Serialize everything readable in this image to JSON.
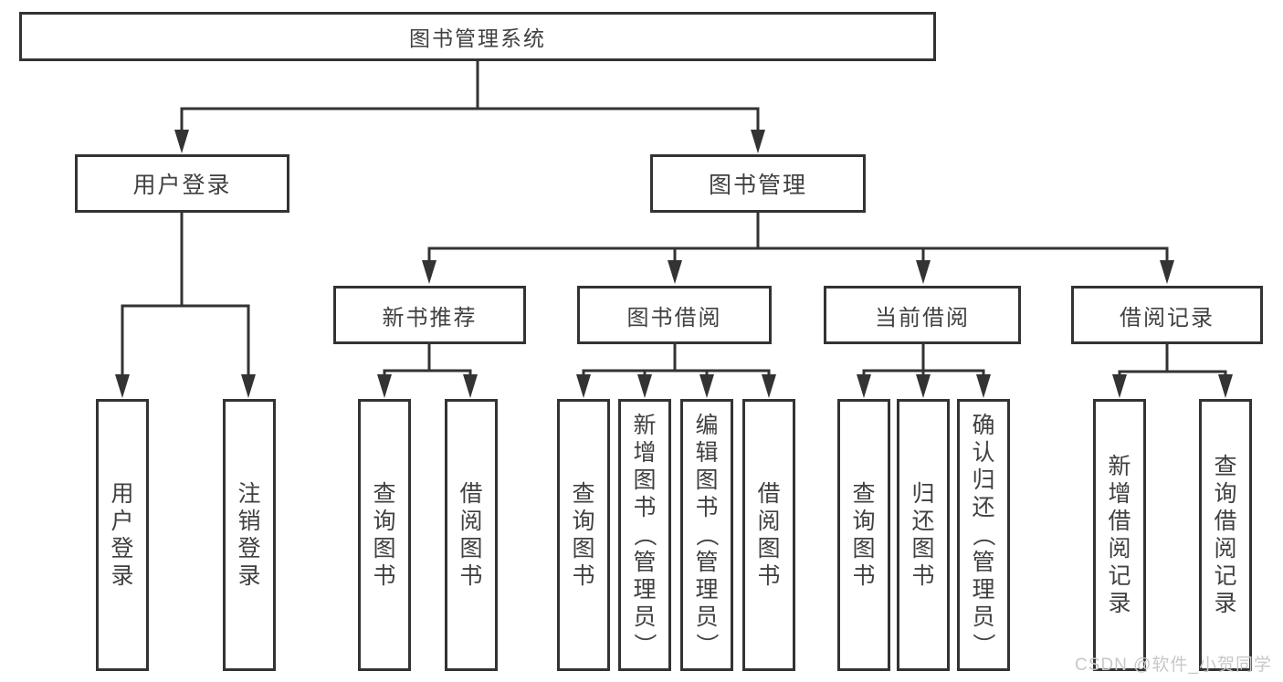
{
  "diagram": {
    "root": "图书管理系统",
    "level2": {
      "user_login": "用户登录",
      "book_mgmt": "图书管理"
    },
    "level3": {
      "new_books": "新书推荐",
      "book_borrow": "图书借阅",
      "current_borrow": "当前借阅",
      "borrow_records": "借阅记录"
    },
    "leaves": {
      "ul_login": "用户登录",
      "ul_logout": "注销登录",
      "nb_query": "查询图书",
      "nb_borrow": "借阅图书",
      "bb_query": "查询图书",
      "bb_add": "新增图书（管理员）",
      "bb_edit": "编辑图书（管理员）",
      "bb_borrow": "借阅图书",
      "cb_query": "查询图书",
      "cb_return": "归还图书",
      "cb_confirm": "确认归还（管理员）",
      "br_add": "新增借阅记录",
      "br_query": "查询借阅记录"
    }
  },
  "watermark": "CSDN @软件_小贺同学",
  "colors": {
    "line": "#333333",
    "text": "#404040",
    "box_background": "#ffffff",
    "watermark": "#c8c8c8"
  }
}
